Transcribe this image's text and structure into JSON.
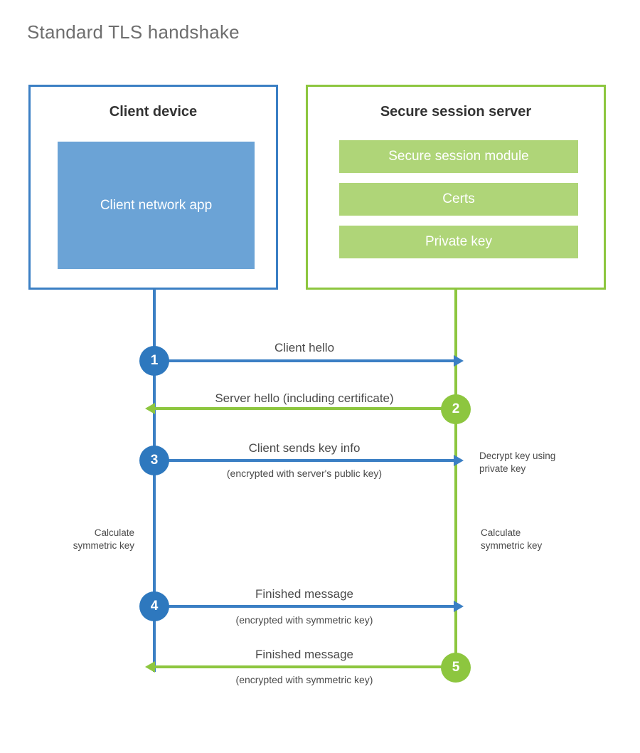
{
  "title": "Standard TLS handshake",
  "colors": {
    "client_border": "#3B7FC4",
    "client_fill": "#6BA3D6",
    "client_circle": "#2E78BE",
    "server_border": "#8DC63F",
    "server_fill": "#AFD578",
    "server_circle": "#8DC63F",
    "title_text": "#6e6e6e",
    "body_text": "#4a4a4a"
  },
  "client": {
    "title": "Client device",
    "app_block": "Client network app"
  },
  "server": {
    "title": "Secure session server",
    "blocks": [
      {
        "label": "Secure session module"
      },
      {
        "label": "Certs"
      },
      {
        "label": "Private key"
      }
    ]
  },
  "steps": [
    {
      "number": "1",
      "label": "Client hello",
      "sublabel": "",
      "direction": "client-to-server",
      "color": "blue"
    },
    {
      "number": "2",
      "label": "Server hello (including certificate)",
      "sublabel": "",
      "direction": "server-to-client",
      "color": "green"
    },
    {
      "number": "3",
      "label": "Client sends key info",
      "sublabel": "(encrypted with server's public key)",
      "direction": "client-to-server",
      "color": "blue"
    },
    {
      "number": "4",
      "label": "Finished message",
      "sublabel": "(encrypted with symmetric key)",
      "direction": "client-to-server",
      "color": "blue"
    },
    {
      "number": "5",
      "label": "Finished message",
      "sublabel": "(encrypted with symmetric key)",
      "direction": "server-to-client",
      "color": "green"
    }
  ],
  "annotations": {
    "decrypt_note_line1": "Decrypt key using",
    "decrypt_note_line2": "private key",
    "client_calc_line1": "Calculate",
    "client_calc_line2": "symmetric key",
    "server_calc_line1": "Calculate",
    "server_calc_line2": "symmetric key"
  }
}
